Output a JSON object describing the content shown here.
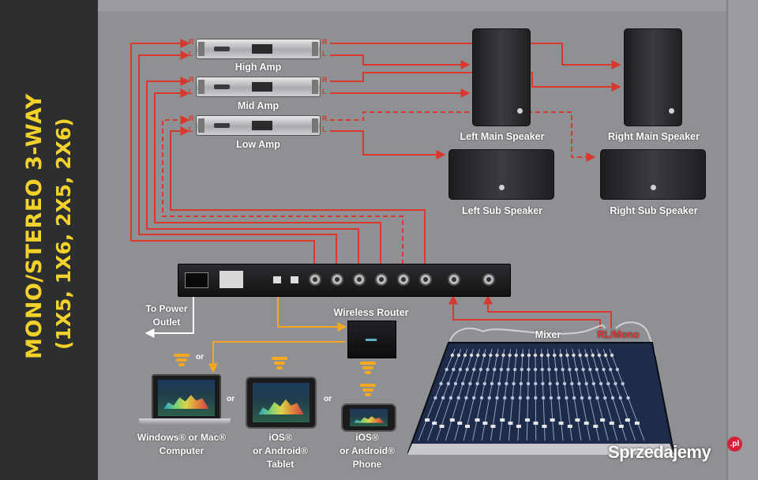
{
  "sidebar": {
    "title_line1": "MONO/STEREO 3-WAY",
    "title_line2": "(1X5, 1X6, 2X5, 2X6)"
  },
  "amps": [
    {
      "label": "High Amp"
    },
    {
      "label": "Mid Amp"
    },
    {
      "label": "Low Amp"
    }
  ],
  "channel_labels": {
    "right": "R",
    "left": "L"
  },
  "speakers": {
    "left_main": "Left Main Speaker",
    "right_main": "Right Main Speaker",
    "left_sub": "Left Sub Speaker",
    "right_sub": "Right Sub Speaker"
  },
  "power_outlet": {
    "line1": "To Power",
    "line2": "Outlet"
  },
  "wireless_router": "Wireless Router",
  "mixer": {
    "label": "Mixer",
    "rl_mono": "RL/Mono"
  },
  "or_label": "or",
  "devices": {
    "computer": {
      "line1": "Windows® or Mac®",
      "line2": "Computer"
    },
    "tablet": {
      "line1": "iOS®",
      "line2": "or Android®",
      "line3": "Tablet"
    },
    "phone": {
      "line1": "iOS®",
      "line2": "or Android®",
      "line3": "Phone"
    }
  },
  "watermark": {
    "text": "Sprzedajemy",
    "dot": ".pl"
  },
  "colors": {
    "signal": "#d8382e",
    "network": "#f6a821",
    "power": "#ffffff",
    "sidebar_bg": "#2d2e30",
    "sidebar_text": "#f2d22a"
  }
}
